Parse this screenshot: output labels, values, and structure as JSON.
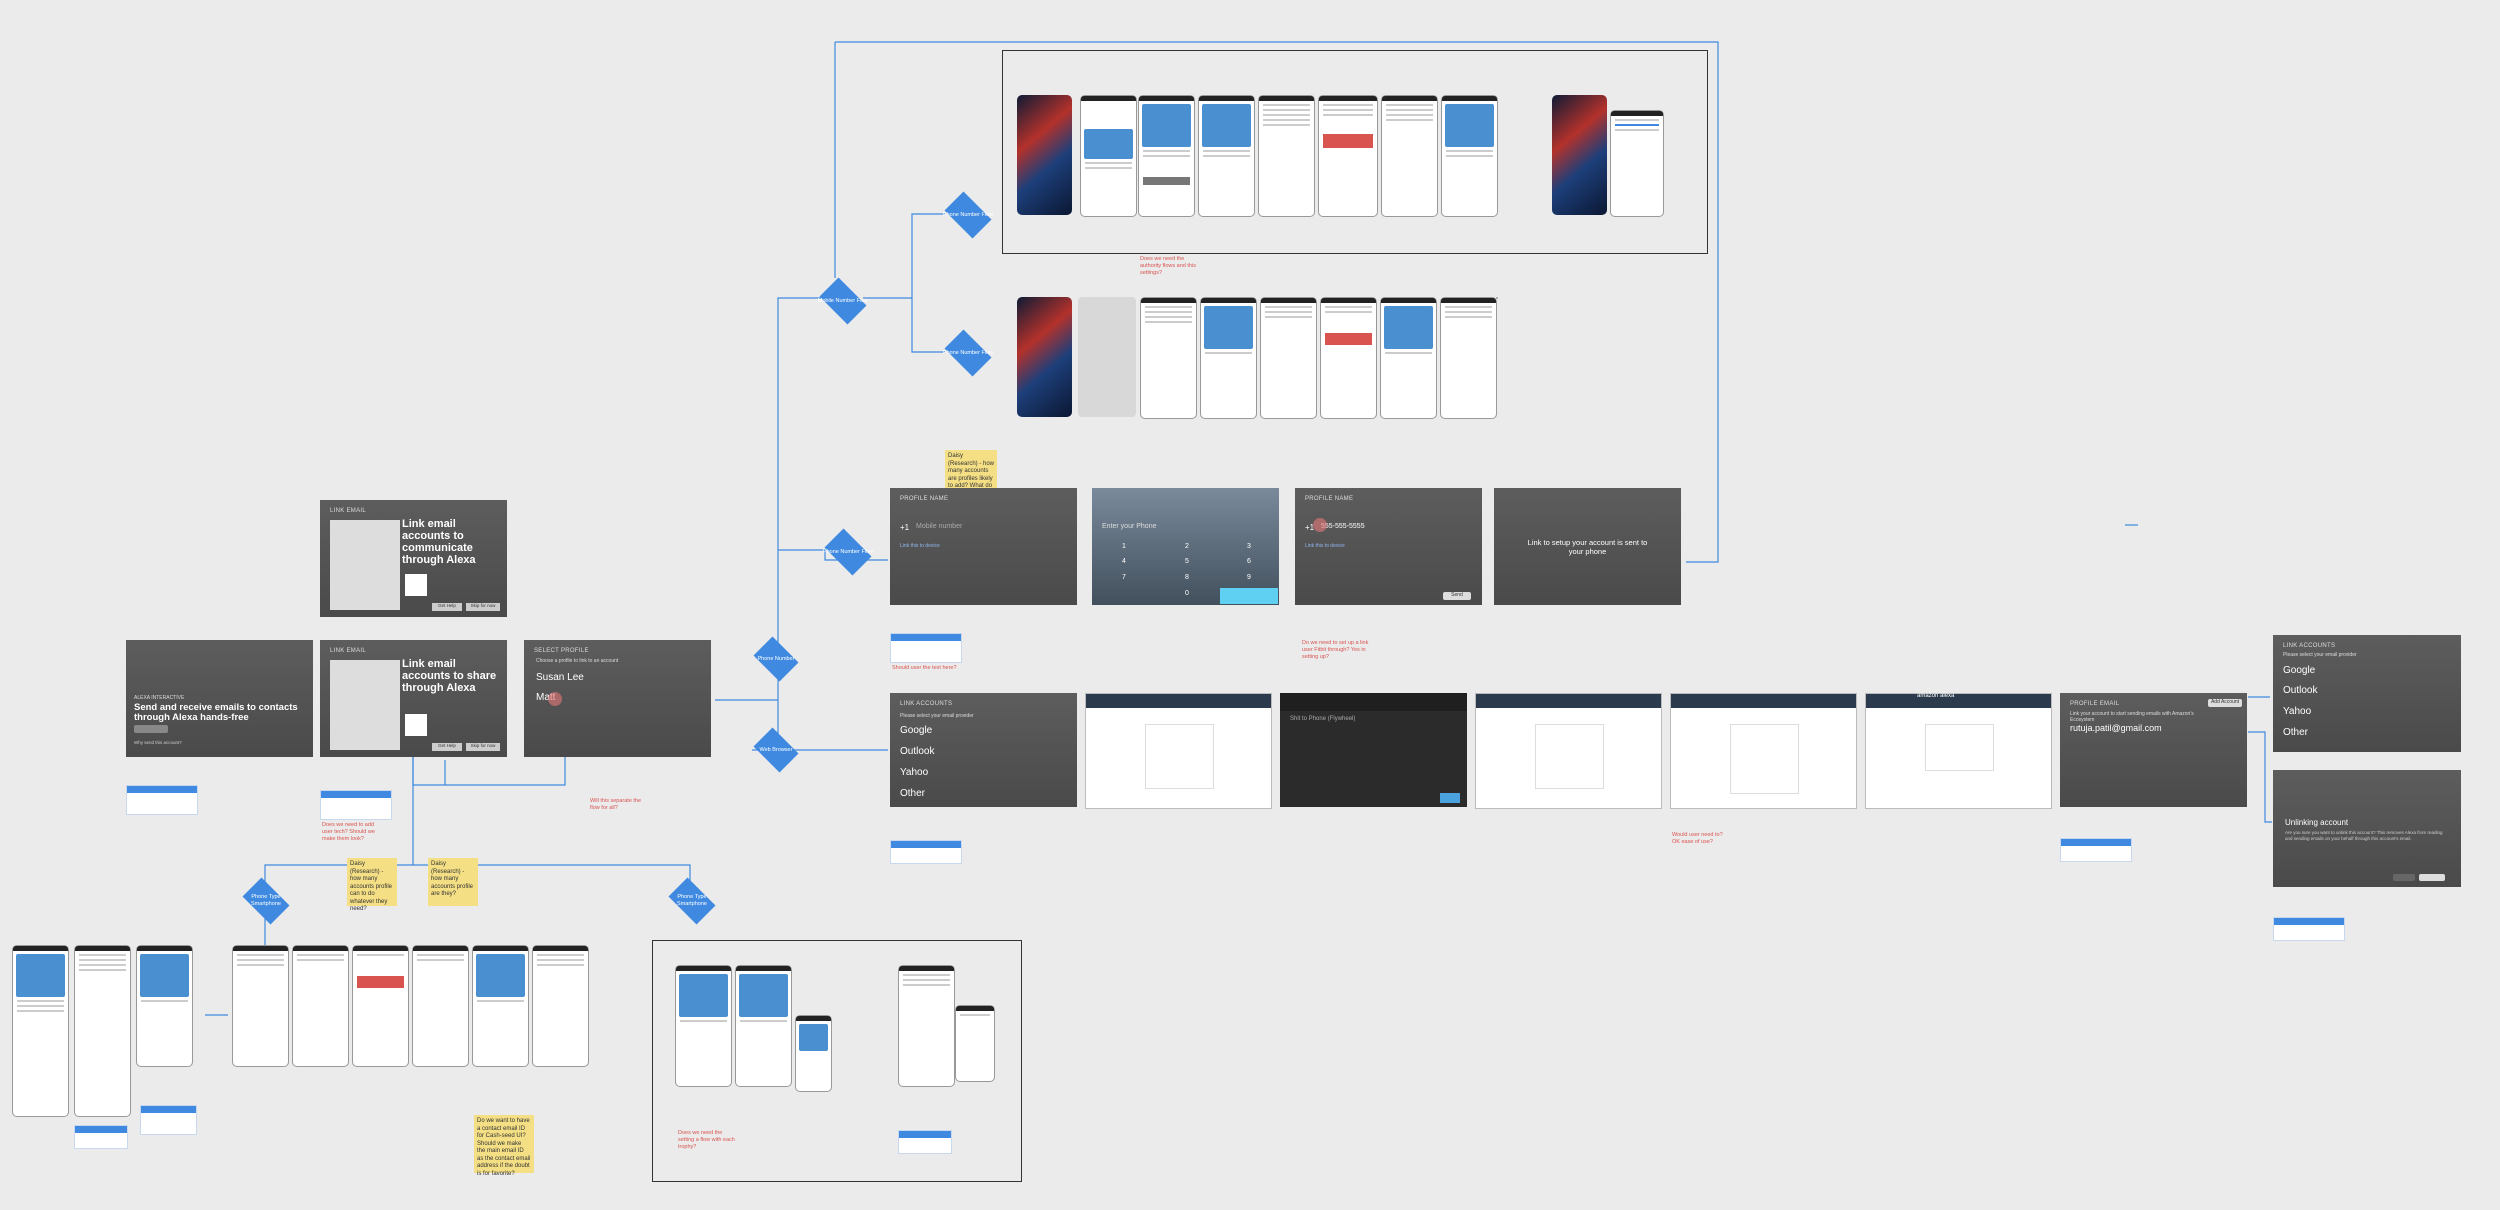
{
  "flow": {
    "screen_a": {
      "cap": "ALEXA INTERACTIVE",
      "title": "Send and receive emails to contacts through Alexa hands-free",
      "link": "Why send this account?"
    },
    "screen_b": {
      "cap": "LINK EMAIL",
      "title": "Link email accounts to share through Alexa",
      "btn1": "Get Help",
      "btn2": "Skip for now"
    },
    "screen_c": {
      "cap": "LINK EMAIL",
      "title": "Link email accounts to communicate through Alexa",
      "btn1": "Get Help",
      "btn2": "Skip for now"
    },
    "screen_d": {
      "cap": "SELECT PROFILE",
      "prompt": "Choose a profile to link to an account",
      "opt1": "Susan Lee",
      "opt2": "Matt"
    },
    "providers": {
      "cap": "LINK ACCOUNTS",
      "prompt": "Please select your email provider",
      "items": [
        "Google",
        "Outlook",
        "Yahoo",
        "Other"
      ]
    },
    "providers2": {
      "cap": "LINK ACCOUNTS",
      "prompt": "Please select your email provider",
      "items": [
        "Google",
        "Outlook",
        "Yahoo",
        "Other"
      ]
    },
    "phone_entry": {
      "cap": "PROFILE NAME",
      "prefix": "+1",
      "placeholder": "Mobile number",
      "link": "Link this to device"
    },
    "phone_entry2": {
      "cap": "PROFILE NAME",
      "prefix": "+1",
      "value": "555-555-5555",
      "link": "Link this to device",
      "btn": "Send"
    },
    "keypad_label": "Enter your Phone",
    "keypad_keys": [
      "1",
      "2",
      "3",
      "4",
      "5",
      "6",
      "7",
      "8",
      "9",
      "0"
    ],
    "link_sent": "Link to setup your account is sent to your phone",
    "linked_account": {
      "cap": "PROFILE EMAIL",
      "text": "Link your account to start sending emails with Amazon's Ecosystem",
      "email": "rutuja.patil@gmail.com",
      "btn": "Add Account"
    },
    "unlink": {
      "title": "Unlinking account",
      "body": "Are you sure you want to unlink this account? This removes Alexa from reading and sending emails on your behalf through this account's email."
    },
    "keyboard_label": "Shit to Phone (Flywheel)",
    "web_brand": "amazon alexa"
  },
  "diamonds": [
    "Phone Number Flow",
    "Phone Number Flow",
    "Mobile Number Flow",
    "Phone Number Flow",
    "Phone Number",
    "Web Browser",
    "Phone Type Smartphone",
    "Phone Type Smartphone"
  ],
  "stickies": [
    "Daisy (Research) - how many accounts are profiles likely to add? What do user?",
    "Daisy (Research) - how many accounts profile can to do whatever they need?",
    "Daisy (Research) - how many accounts profile are they?",
    "Do we want to have a contact email ID for Cash-seed UI? Should we make the main email ID as the contact email address if the doubt is for favorite?"
  ],
  "red_notes": [
    "Does we need the authority flows and this settings?",
    "Should user the text here?",
    "Do we need to set up a link user Fitbit through? Yes in setting up?",
    "Would user need to? OK ease of use?",
    "Does we need to add user tech? Should we make them look?",
    "Will this separate the flow for all?",
    "Does we need the setting a flow with each trophy?"
  ],
  "colors": {
    "accent": "#3f8ae0",
    "dark": "#555555",
    "sticky": "#f4df85",
    "red": "#d9534f"
  }
}
